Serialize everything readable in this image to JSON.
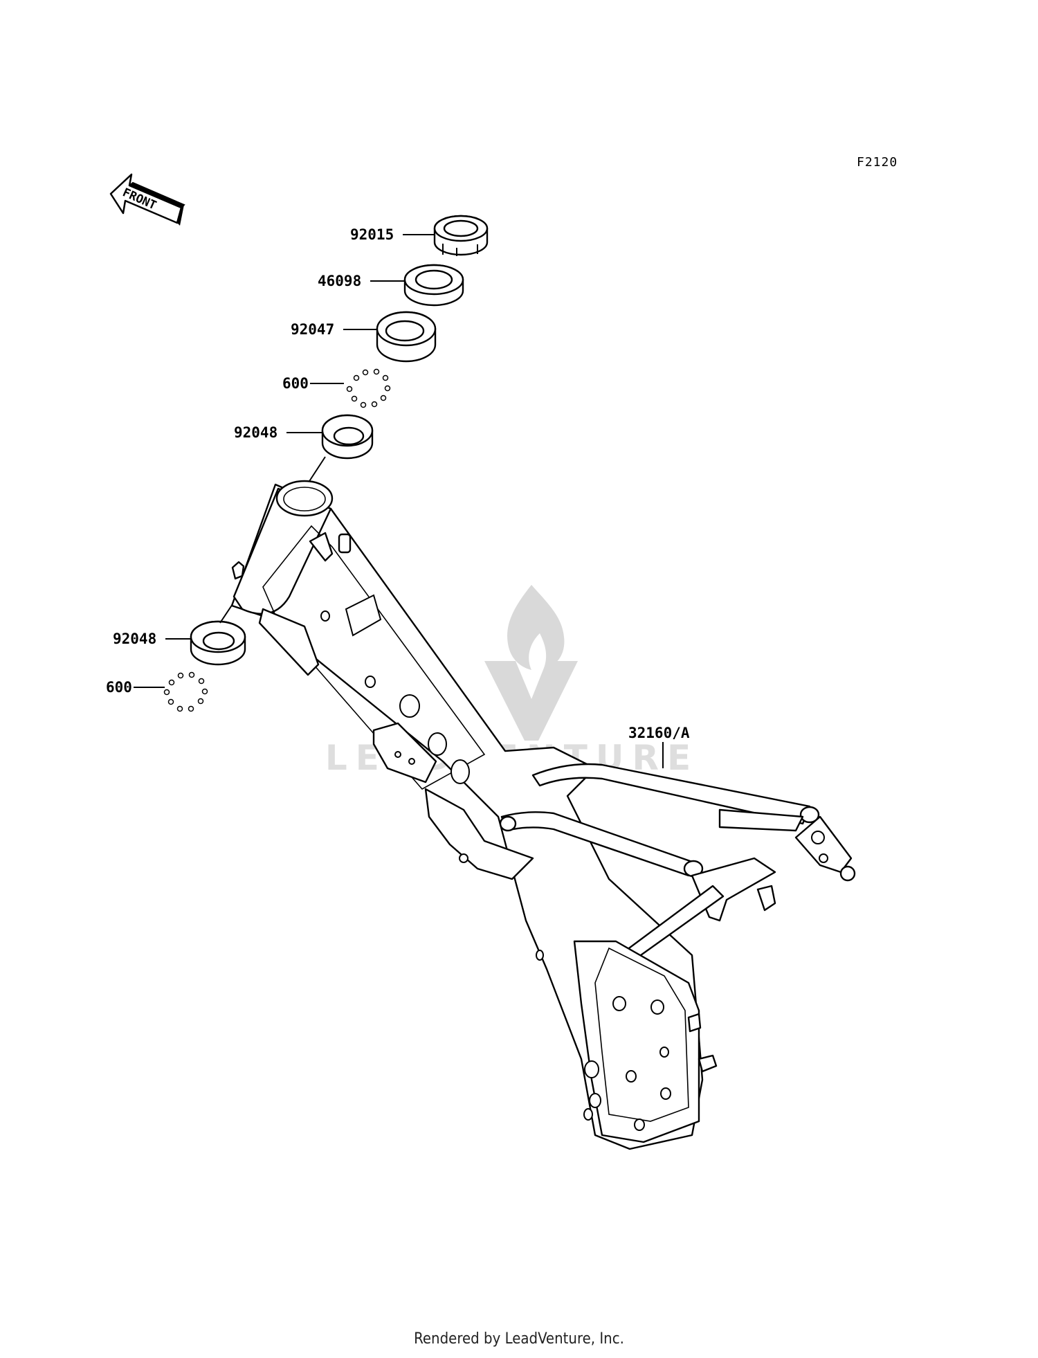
{
  "diagram": {
    "figure_code": "F2120",
    "front_arrow_text": "FRONT",
    "watermark_text": "LEADVENTURE",
    "callouts": [
      {
        "id": "c1",
        "part_number": "92015"
      },
      {
        "id": "c2",
        "part_number": "46098"
      },
      {
        "id": "c3",
        "part_number": "92047"
      },
      {
        "id": "c4",
        "part_number": "600"
      },
      {
        "id": "c5",
        "part_number": "92048"
      },
      {
        "id": "c6",
        "part_number": "92048"
      },
      {
        "id": "c7",
        "part_number": "600"
      },
      {
        "id": "c8",
        "part_number": "32160/A"
      }
    ]
  },
  "footer": {
    "credit": "Rendered by LeadVenture, Inc."
  }
}
